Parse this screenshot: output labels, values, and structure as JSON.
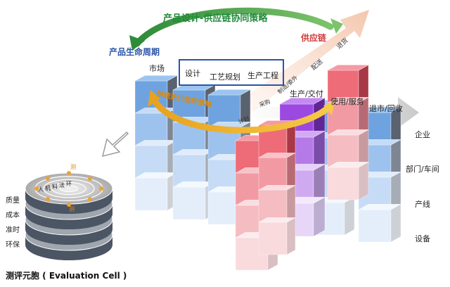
{
  "top_strategy": "产品设计-供应链协同策略",
  "lifecycle_title": "产品生命周期",
  "supply_chain_title": "供应链",
  "market": "市场",
  "stages": [
    "设计",
    "工艺规划",
    "生产工程"
  ],
  "supply_items": [
    "制造/委外",
    "配送",
    "退货"
  ],
  "production_delivery": "生产/交付",
  "use_service": "使用/服务",
  "retire_recycle": "退市/回收",
  "fast_iteration": "快速迭代循环策略",
  "plan_label": "计划",
  "purchase_label": "采购",
  "levels": [
    "企业",
    "部门/车间",
    "产线",
    "设备"
  ],
  "eval_metrics": [
    "质量",
    "成本",
    "准时",
    "环保"
  ],
  "eval_cell_title": "测评元胞 ( Evaluation Cell )",
  "cell_labels": [
    "人",
    "机",
    "料",
    "法",
    "环"
  ],
  "cell_inner": "测"
}
